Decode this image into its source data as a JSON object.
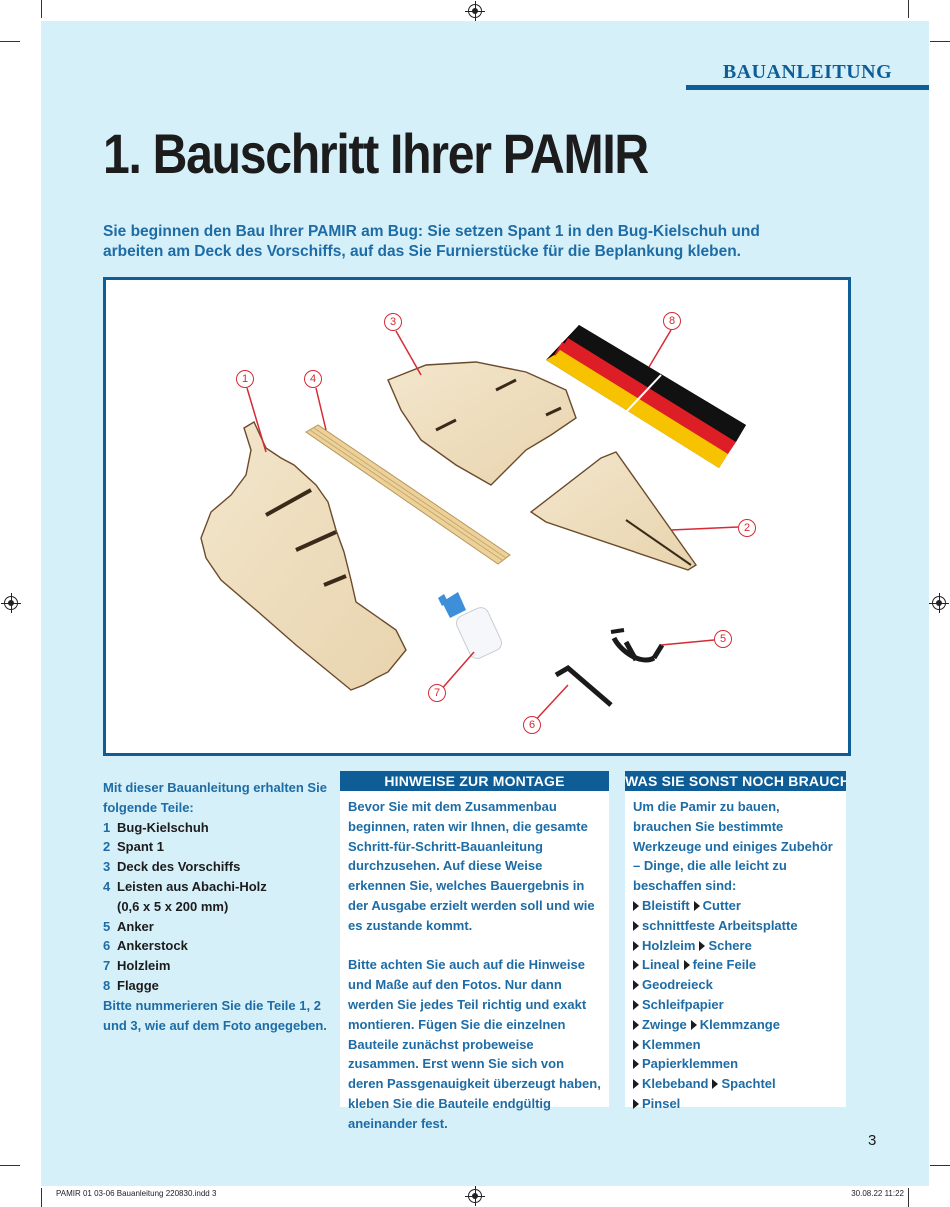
{
  "section_label": "BAUANLEITUNG",
  "title": "1. Bauschritt Ihrer PAMIR",
  "intro": "Sie beginnen den Bau Ihrer PAMIR am Bug: Sie setzen Spant 1 in den Bug-Kielschuh und arbeiten am Deck des Vorschiffs, auf das Sie Furnierstücke für die Beplankung kleben.",
  "photo_callouts": [
    "1",
    "2",
    "3",
    "4",
    "5",
    "6",
    "7",
    "8"
  ],
  "parts": {
    "intro": "Mit dieser Bauanleitung erhalten Sie folgende Teile:",
    "items": [
      {
        "num": "1",
        "label": "Bug-Kielschuh"
      },
      {
        "num": "2",
        "label": "Spant 1"
      },
      {
        "num": "3",
        "label": "Deck des Vorschiffs"
      },
      {
        "num": "4",
        "label": "Leisten aus Abachi-Holz",
        "sub": "(0,6 x 5 x 200 mm)"
      },
      {
        "num": "5",
        "label": "Anker"
      },
      {
        "num": "6",
        "label": "Ankerstock"
      },
      {
        "num": "7",
        "label": "Holzleim"
      },
      {
        "num": "8",
        "label": "Flagge"
      }
    ],
    "note": "Bitte nummerieren Sie die Teile 1, 2 und 3, wie auf dem Foto angegeben."
  },
  "hints": {
    "heading": "HINWEISE ZUR MONTAGE",
    "p1": "Bevor Sie mit dem Zusammenbau beginnen, raten wir Ihnen, die gesamte Schritt-für-Schritt-Bauanleitung durchzusehen. Auf diese Weise erkennen Sie, welches Bauergebnis in der Ausgabe erzielt werden soll und wie es zustande kommt.",
    "p2": "Bitte achten Sie auch auf die Hinweise und Maße auf den Fotos. Nur dann werden Sie jedes Teil richtig und exakt montieren. Fügen Sie die einzelnen Bauteile zunächst probeweise zusammen. Erst wenn Sie sich von deren Passgenauigkeit überzeugt haben, kleben Sie die Bauteile endgültig aneinander fest."
  },
  "needs": {
    "heading": "WAS SIE SONST NOCH BRAUCHEN",
    "intro": "Um die Pamir zu bauen, brauchen Sie bestimmte Werkzeuge und einiges Zubehör – Dinge, die alle leicht zu beschaffen sind:",
    "items": [
      [
        "Bleistift",
        "Cutter"
      ],
      [
        "schnittfeste Arbeitsplatte"
      ],
      [
        "Holzleim",
        "Schere"
      ],
      [
        "Lineal",
        "feine Feile"
      ],
      [
        "Geodreieck"
      ],
      [
        "Schleifpapier"
      ],
      [
        "Zwinge",
        "Klemmzange"
      ],
      [
        "Klemmen"
      ],
      [
        "Papierklemmen"
      ],
      [
        "Klebeband",
        "Spachtel"
      ],
      [
        "Pinsel"
      ]
    ]
  },
  "page_number": "3",
  "slug_left": "PAMIR 01 03-06 Bauanleitung 220830.indd   3",
  "slug_right": "30.08.22   11:22",
  "colors": {
    "page_background": "#d6f0fa",
    "accent_blue": "#0f5d97",
    "text_blue": "#1d6ca5",
    "callout_red": "#d52b35"
  }
}
